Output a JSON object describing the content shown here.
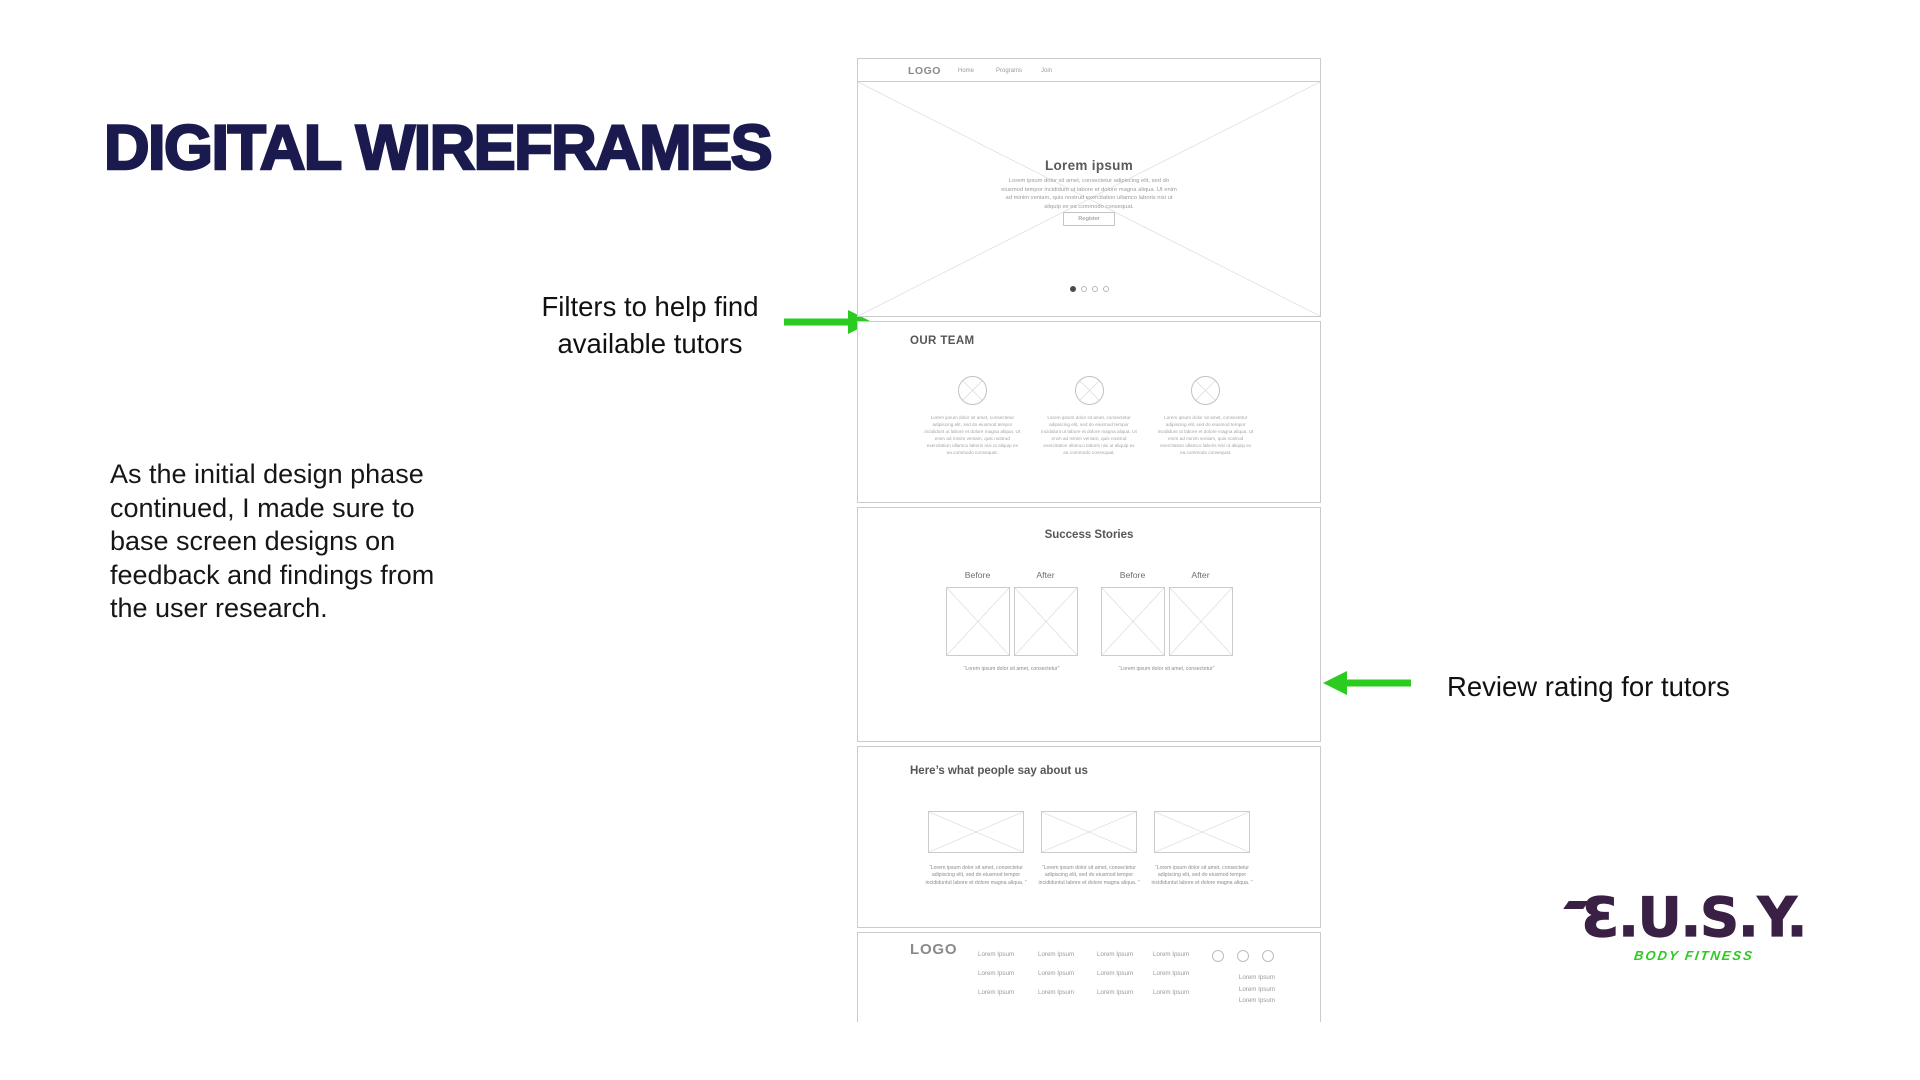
{
  "colors": {
    "title_navy": "#1A1A4F",
    "accent_green": "#2BCB1F",
    "brand_purple": "#3A2044",
    "wireframe_border_gray": "#cbcbcb"
  },
  "slide": {
    "title": "DIGITAL WIREFRAMES",
    "body_lines": [
      "As the initial design phase",
      "continued, I made sure to",
      "base screen designs on",
      "feedback and findings from",
      "the user research."
    ],
    "callout_left": {
      "line1": "Filters to help find",
      "line2": "available tutors"
    },
    "callout_right": {
      "label": "Review rating for tutors"
    },
    "brand": {
      "mark": "Ɛ",
      "name_rest": ".U.S.Y.",
      "tagline": "BODY FITNESS"
    }
  },
  "wireframe": {
    "header": {
      "logo": "LOGO",
      "nav": [
        "Home",
        "Programs",
        "Join"
      ]
    },
    "hero": {
      "heading": "Lorem ipsum",
      "paragraph": "Lorem ipsum dolor sit amet, consectetur adipiscing elit, sed do eiusmod tempor incididunt ut labore et dolore magna aliqua. Ut enim ad minim veniam, quis nostrud exercitation ullamco laboris nisi ut aliquip ex ea commodo consequat.",
      "button": "Register",
      "carousel": {
        "dots": 4,
        "active_index": 0
      }
    },
    "team": {
      "heading": "OUR TEAM",
      "members": [
        {
          "text": "Lorem ipsum dolor sit amet, consectetur adipiscing elit, sed do eiusmod tempor incididunt ut labore et dolore magna aliqua. Ut enim ad minim veniam, quis nostrud exercitation ullamco laboris nisi ut aliquip ex ea commodo consequat."
        },
        {
          "text": "Lorem ipsum dolor sit amet, consectetur adipiscing elit, sed do eiusmod tempor incididunt ut labore et dolore magna aliqua. Ut enim ad minim veniam, quis nostrud exercitation ullamco laboris nisi ut aliquip ex ea commodo consequat."
        },
        {
          "text": "Lorem ipsum dolor sit amet, consectetur adipiscing elit, sed do eiusmod tempor incididunt ut labore et dolore magna aliqua. Ut enim ad minim veniam, quis nostrud exercitation ullamco laboris nisi ut aliquip ex ea commodo consequat."
        }
      ]
    },
    "success": {
      "heading": "Success Stories",
      "pairs": [
        {
          "before": "Before",
          "after": "After",
          "caption": "“Lorem ipsum dolor sit amet, consectetur”"
        },
        {
          "before": "Before",
          "after": "After",
          "caption": "“Lorem ipsum dolor sit amet, consectetur”"
        }
      ]
    },
    "testimonials": {
      "heading": "Here’s what people say about us",
      "quotes": [
        "“Lorem ipsum dolor sit amet, consectetur adipiscing elit, sed do eiusmod tempor incididuntut labore et dolore magna aliqua. ”",
        "“Lorem ipsum dolor sit amet, consectetur adipiscing elit, sed do eiusmod tempor incididuntut labore et dolore magna aliqua. ”",
        "“Lorem ipsum dolor sit amet, consectetur adipiscing elit, sed do eiusmod tempor incididuntut labore et dolore magna aliqua. ”"
      ]
    },
    "footer": {
      "logo": "LOGO",
      "columns": [
        [
          "Lorem Ipsum",
          "Lorem Ipsum",
          "Lorem Ipsum"
        ],
        [
          "Lorem Ipsum",
          "Lorem Ipsum",
          "Lorem Ipsum"
        ],
        [
          "Lorem Ipsum",
          "Lorem Ipsum",
          "Lorem Ipsum"
        ],
        [
          "Lorem Ipsum",
          "Lorem Ipsum",
          "Lorem Ipsum"
        ]
      ],
      "side_links": [
        "Lorem Ipsum",
        "Lorem Ipsum",
        "Lorem Ipsum"
      ]
    }
  }
}
